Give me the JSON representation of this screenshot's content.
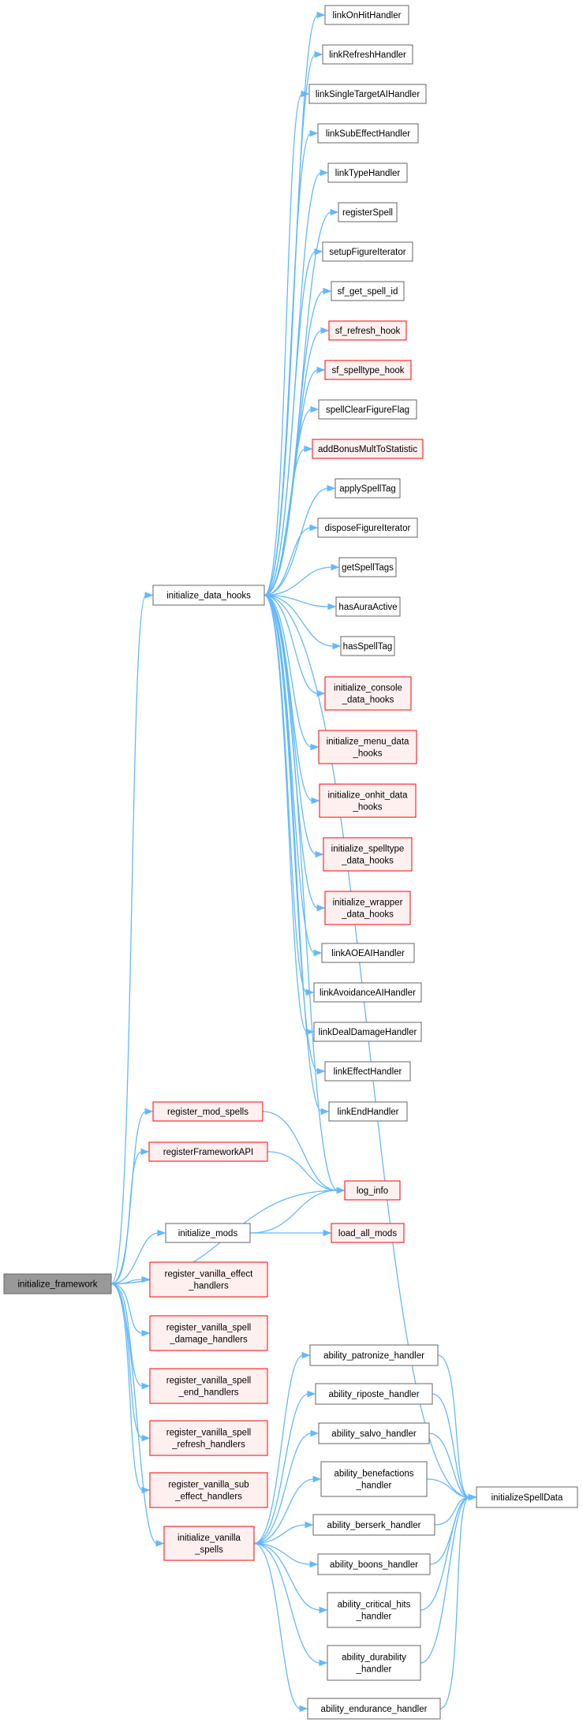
{
  "colors": {
    "edge": "#63B8FF",
    "node_fill": "#ffffff",
    "node_border": "#666666",
    "external_fill": "#fff0f0",
    "external_border": "#ff0000",
    "root_fill": "#999999",
    "root_border": "#666666"
  },
  "nodes": [
    {
      "id": "n_init_fw",
      "lines": [
        "initialize_framework"
      ],
      "style": "root"
    },
    {
      "id": "n_init_data_hooks",
      "lines": [
        "initialize_data_hooks"
      ],
      "style": "normal"
    },
    {
      "id": "n_linkOnHit",
      "lines": [
        "linkOnHitHandler"
      ],
      "style": "normal"
    },
    {
      "id": "n_linkRefresh",
      "lines": [
        "linkRefreshHandler"
      ],
      "style": "normal"
    },
    {
      "id": "n_linkSingleTarget",
      "lines": [
        "linkSingleTargetAIHandler"
      ],
      "style": "normal"
    },
    {
      "id": "n_linkSubEffect",
      "lines": [
        "linkSubEffectHandler"
      ],
      "style": "normal"
    },
    {
      "id": "n_linkType",
      "lines": [
        "linkTypeHandler"
      ],
      "style": "normal"
    },
    {
      "id": "n_registerSpell",
      "lines": [
        "registerSpell"
      ],
      "style": "normal"
    },
    {
      "id": "n_setupFigIter",
      "lines": [
        "setupFigureIterator"
      ],
      "style": "normal"
    },
    {
      "id": "n_sf_get_spell_id",
      "lines": [
        "sf_get_spell_id"
      ],
      "style": "normal"
    },
    {
      "id": "n_sf_refresh_hook",
      "lines": [
        "sf_refresh_hook"
      ],
      "style": "external"
    },
    {
      "id": "n_sf_spelltype_hook",
      "lines": [
        "sf_spelltype_hook"
      ],
      "style": "external"
    },
    {
      "id": "n_spellClearFig",
      "lines": [
        "spellClearFigureFlag"
      ],
      "style": "normal"
    },
    {
      "id": "n_addBonusMult",
      "lines": [
        "addBonusMultToStatistic"
      ],
      "style": "external"
    },
    {
      "id": "n_applySpellTag",
      "lines": [
        "applySpellTag"
      ],
      "style": "normal"
    },
    {
      "id": "n_disposeFigIter",
      "lines": [
        "disposeFigureIterator"
      ],
      "style": "normal"
    },
    {
      "id": "n_getSpellTags",
      "lines": [
        "getSpellTags"
      ],
      "style": "normal"
    },
    {
      "id": "n_hasAuraActive",
      "lines": [
        "hasAuraActive"
      ],
      "style": "normal"
    },
    {
      "id": "n_hasSpellTag",
      "lines": [
        "hasSpellTag"
      ],
      "style": "normal"
    },
    {
      "id": "n_init_console",
      "lines": [
        "initialize_console",
        "_data_hooks"
      ],
      "style": "external"
    },
    {
      "id": "n_init_menu",
      "lines": [
        "initialize_menu_data",
        "_hooks"
      ],
      "style": "external"
    },
    {
      "id": "n_init_onhit",
      "lines": [
        "initialize_onhit_data",
        "_hooks"
      ],
      "style": "external"
    },
    {
      "id": "n_init_spelltype",
      "lines": [
        "initialize_spelltype",
        "_data_hooks"
      ],
      "style": "external"
    },
    {
      "id": "n_init_wrapper",
      "lines": [
        "initialize_wrapper",
        "_data_hooks"
      ],
      "style": "external"
    },
    {
      "id": "n_linkAOE",
      "lines": [
        "linkAOEAIHandler"
      ],
      "style": "normal"
    },
    {
      "id": "n_linkAvoid",
      "lines": [
        "linkAvoidanceAIHandler"
      ],
      "style": "normal"
    },
    {
      "id": "n_linkDeal",
      "lines": [
        "linkDealDamageHandler"
      ],
      "style": "normal"
    },
    {
      "id": "n_linkEffect",
      "lines": [
        "linkEffectHandler"
      ],
      "style": "normal"
    },
    {
      "id": "n_linkEnd",
      "lines": [
        "linkEndHandler"
      ],
      "style": "normal"
    },
    {
      "id": "n_register_mod_spells",
      "lines": [
        "register_mod_spells"
      ],
      "style": "external"
    },
    {
      "id": "n_registerFwAPI",
      "lines": [
        "registerFrameworkAPI"
      ],
      "style": "external"
    },
    {
      "id": "n_log_info",
      "lines": [
        "log_info"
      ],
      "style": "external"
    },
    {
      "id": "n_init_mods",
      "lines": [
        "initialize_mods"
      ],
      "style": "normal"
    },
    {
      "id": "n_load_all_mods",
      "lines": [
        "load_all_mods"
      ],
      "style": "external"
    },
    {
      "id": "n_reg_van_effect",
      "lines": [
        "register_vanilla_effect",
        "_handlers"
      ],
      "style": "external"
    },
    {
      "id": "n_reg_van_damage",
      "lines": [
        "register_vanilla_spell",
        "_damage_handlers"
      ],
      "style": "external"
    },
    {
      "id": "n_reg_van_end",
      "lines": [
        "register_vanilla_spell",
        "_end_handlers"
      ],
      "style": "external"
    },
    {
      "id": "n_reg_van_refresh",
      "lines": [
        "register_vanilla_spell",
        "_refresh_handlers"
      ],
      "style": "external"
    },
    {
      "id": "n_reg_van_sub",
      "lines": [
        "register_vanilla_sub",
        "_effect_handlers"
      ],
      "style": "external"
    },
    {
      "id": "n_init_van_spells",
      "lines": [
        "initialize_vanilla",
        "_spells"
      ],
      "style": "external"
    },
    {
      "id": "n_ab_patronize",
      "lines": [
        "ability_patronize_handler"
      ],
      "style": "normal"
    },
    {
      "id": "n_ab_riposte",
      "lines": [
        "ability_riposte_handler"
      ],
      "style": "normal"
    },
    {
      "id": "n_ab_salvo",
      "lines": [
        "ability_salvo_handler"
      ],
      "style": "normal"
    },
    {
      "id": "n_ab_benefactions",
      "lines": [
        "ability_benefactions",
        "_handler"
      ],
      "style": "normal"
    },
    {
      "id": "n_ab_berserk",
      "lines": [
        "ability_berserk_handler"
      ],
      "style": "normal"
    },
    {
      "id": "n_ab_boons",
      "lines": [
        "ability_boons_handler"
      ],
      "style": "normal"
    },
    {
      "id": "n_ab_critical",
      "lines": [
        "ability_critical_hits",
        "_handler"
      ],
      "style": "normal"
    },
    {
      "id": "n_ab_durability",
      "lines": [
        "ability_durability",
        "_handler"
      ],
      "style": "normal"
    },
    {
      "id": "n_ab_endurance",
      "lines": [
        "ability_endurance_handler"
      ],
      "style": "normal"
    },
    {
      "id": "n_initSpellData",
      "lines": [
        "initializeSpellData"
      ],
      "style": "normal"
    }
  ],
  "edges": [
    [
      "n_init_fw",
      "n_init_data_hooks"
    ],
    [
      "n_init_fw",
      "n_register_mod_spells"
    ],
    [
      "n_init_fw",
      "n_registerFwAPI"
    ],
    [
      "n_init_fw",
      "n_log_info"
    ],
    [
      "n_init_fw",
      "n_init_mods"
    ],
    [
      "n_init_fw",
      "n_reg_van_effect"
    ],
    [
      "n_init_fw",
      "n_reg_van_damage"
    ],
    [
      "n_init_fw",
      "n_reg_van_end"
    ],
    [
      "n_init_fw",
      "n_reg_van_refresh"
    ],
    [
      "n_init_fw",
      "n_reg_van_sub"
    ],
    [
      "n_init_fw",
      "n_init_van_spells"
    ],
    [
      "n_init_data_hooks",
      "n_linkOnHit"
    ],
    [
      "n_init_data_hooks",
      "n_linkRefresh"
    ],
    [
      "n_init_data_hooks",
      "n_linkSingleTarget"
    ],
    [
      "n_init_data_hooks",
      "n_linkSubEffect"
    ],
    [
      "n_init_data_hooks",
      "n_linkType"
    ],
    [
      "n_init_data_hooks",
      "n_registerSpell"
    ],
    [
      "n_init_data_hooks",
      "n_setupFigIter"
    ],
    [
      "n_init_data_hooks",
      "n_sf_get_spell_id"
    ],
    [
      "n_init_data_hooks",
      "n_sf_refresh_hook"
    ],
    [
      "n_init_data_hooks",
      "n_sf_spelltype_hook"
    ],
    [
      "n_init_data_hooks",
      "n_spellClearFig"
    ],
    [
      "n_init_data_hooks",
      "n_addBonusMult"
    ],
    [
      "n_init_data_hooks",
      "n_applySpellTag"
    ],
    [
      "n_init_data_hooks",
      "n_disposeFigIter"
    ],
    [
      "n_init_data_hooks",
      "n_getSpellTags"
    ],
    [
      "n_init_data_hooks",
      "n_hasAuraActive"
    ],
    [
      "n_init_data_hooks",
      "n_hasSpellTag"
    ],
    [
      "n_init_data_hooks",
      "n_init_console"
    ],
    [
      "n_init_data_hooks",
      "n_init_menu"
    ],
    [
      "n_init_data_hooks",
      "n_init_onhit"
    ],
    [
      "n_init_data_hooks",
      "n_init_spelltype"
    ],
    [
      "n_init_data_hooks",
      "n_init_wrapper"
    ],
    [
      "n_init_data_hooks",
      "n_linkAOE"
    ],
    [
      "n_init_data_hooks",
      "n_linkAvoid"
    ],
    [
      "n_init_data_hooks",
      "n_linkDeal"
    ],
    [
      "n_init_data_hooks",
      "n_linkEffect"
    ],
    [
      "n_init_data_hooks",
      "n_linkEnd"
    ],
    [
      "n_init_data_hooks",
      "n_log_info"
    ],
    [
      "n_init_data_hooks",
      "n_initSpellData"
    ],
    [
      "n_register_mod_spells",
      "n_log_info"
    ],
    [
      "n_registerFwAPI",
      "n_log_info"
    ],
    [
      "n_init_mods",
      "n_log_info"
    ],
    [
      "n_init_mods",
      "n_load_all_mods"
    ],
    [
      "n_init_van_spells",
      "n_ab_patronize"
    ],
    [
      "n_init_van_spells",
      "n_ab_riposte"
    ],
    [
      "n_init_van_spells",
      "n_ab_salvo"
    ],
    [
      "n_init_van_spells",
      "n_ab_benefactions"
    ],
    [
      "n_init_van_spells",
      "n_ab_berserk"
    ],
    [
      "n_init_van_spells",
      "n_ab_boons"
    ],
    [
      "n_init_van_spells",
      "n_ab_critical"
    ],
    [
      "n_init_van_spells",
      "n_ab_durability"
    ],
    [
      "n_init_van_spells",
      "n_ab_endurance"
    ],
    [
      "n_ab_patronize",
      "n_initSpellData"
    ],
    [
      "n_ab_riposte",
      "n_initSpellData"
    ],
    [
      "n_ab_salvo",
      "n_initSpellData"
    ],
    [
      "n_ab_benefactions",
      "n_initSpellData"
    ],
    [
      "n_ab_berserk",
      "n_initSpellData"
    ],
    [
      "n_ab_boons",
      "n_initSpellData"
    ],
    [
      "n_ab_critical",
      "n_initSpellData"
    ],
    [
      "n_ab_durability",
      "n_initSpellData"
    ],
    [
      "n_ab_endurance",
      "n_initSpellData"
    ]
  ]
}
